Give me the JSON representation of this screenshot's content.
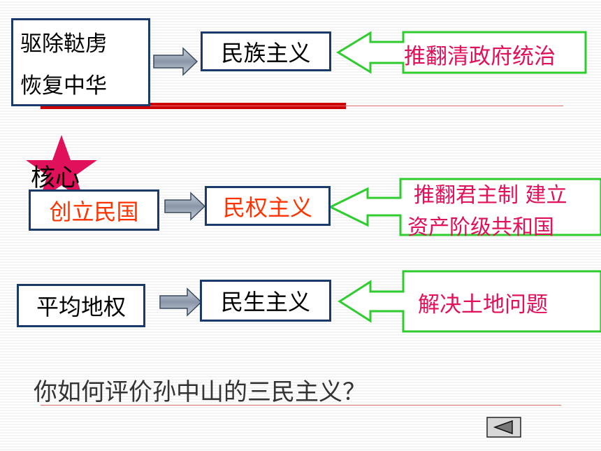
{
  "row1": {
    "left_line1": "驱除鞑虏",
    "left_line2": "恢复中华",
    "middle": "民族主义",
    "right": "推翻清政府统治"
  },
  "row2": {
    "star_label": "核心",
    "left": "创立民国",
    "middle": "民权主义",
    "right_line1": "推翻君主制 建立",
    "right_line2": "资产阶级共和国"
  },
  "row3": {
    "left": "平均地权",
    "middle": "民生主义",
    "right": "解决土地问题"
  },
  "question": "你如何评价孙中山的三民主义？",
  "colors": {
    "box_border": "#1a3a6a",
    "green_border": "#2ecc2e",
    "pink_text": "#e0105a",
    "orange_text": "#ff3300",
    "star": "#e0105a",
    "divider": "#cc0000"
  },
  "nav": {
    "back_icon": "triangle-left-icon"
  }
}
